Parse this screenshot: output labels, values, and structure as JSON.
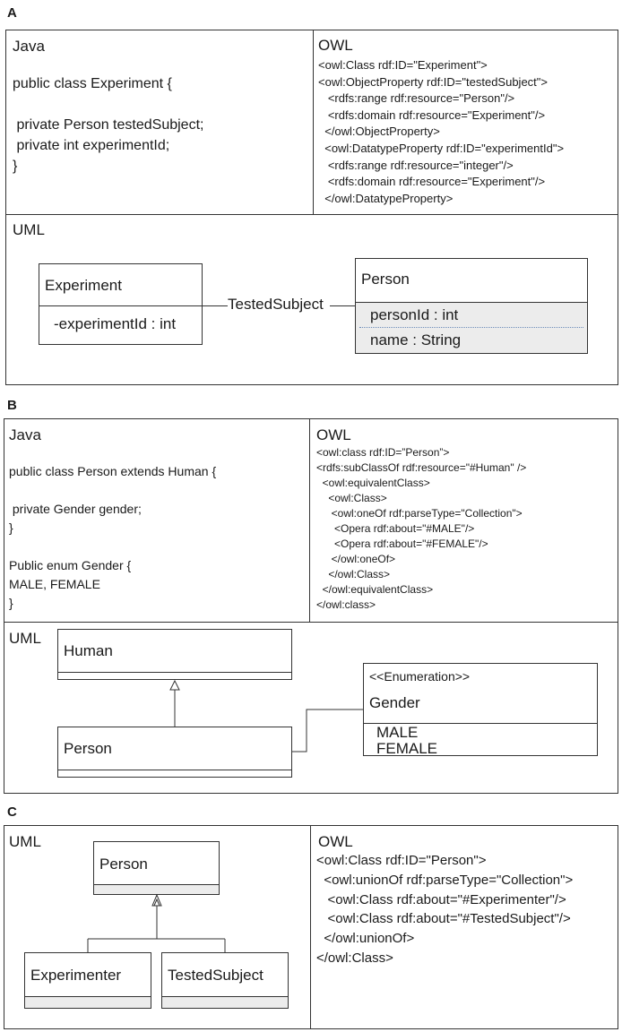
{
  "panels": {
    "A": {
      "letter": "A",
      "java": {
        "title": "Java",
        "lines": [
          "public class Experiment {",
          "",
          " private Person testedSubject;",
          " private int experimentId;",
          "}"
        ]
      },
      "owl": {
        "title": "OWL",
        "lines": [
          "<owl:Class rdf:ID=\"Experiment\">",
          "<owl:ObjectProperty rdf:ID=\"testedSubject\">",
          "   <rdfs:range rdf:resource=\"Person\"/>",
          "   <rdfs:domain rdf:resource=\"Experiment\"/>",
          "  </owl:ObjectProperty>",
          "  <owl:DatatypeProperty rdf:ID=\"experimentId\">",
          "   <rdfs:range rdf:resource=\"integer\"/>",
          "   <rdfs:domain rdf:resource=\"Experiment\"/>",
          "  </owl:DatatypeProperty>"
        ]
      },
      "uml": {
        "title": "UML",
        "experiment": {
          "name": "Experiment",
          "attr": "-experimentId : int"
        },
        "association": "TestedSubject",
        "person": {
          "name": "Person",
          "attr1": "personId : int",
          "attr2": "name : String"
        }
      }
    },
    "B": {
      "letter": "B",
      "java": {
        "title": "Java",
        "lines": [
          "public class Person extends Human {",
          "",
          " private Gender gender;",
          "}",
          "",
          "Public enum Gender {",
          "MALE, FEMALE",
          "}"
        ]
      },
      "owl": {
        "title": "OWL",
        "lines": [
          "<owl:class rdf:ID=”Person”>",
          "<rdfs:subClassOf rdf:resource=\"#Human\" />",
          "  <owl:equivalentClass>",
          "    <owl:Class>",
          "     <owl:oneOf rdf:parseType=\"Collection\">",
          "      <Opera rdf:about=\"#MALE\"/>",
          "      <Opera rdf:about=\"#FEMALE\"/>",
          "     </owl:oneOf>",
          "    </owl:Class>",
          "  </owl:equivalentClass>",
          "</owl:class>"
        ]
      },
      "uml": {
        "title": "UML",
        "human": "Human",
        "person": "Person",
        "enum": {
          "stereotype": "<<Enumeration>>",
          "name": "Gender",
          "value1": "MALE",
          "value2": "FEMALE"
        }
      }
    },
    "C": {
      "letter": "C",
      "uml": {
        "title": "UML",
        "person": "Person",
        "experimenter": "Experimenter",
        "tested": "TestedSubject"
      },
      "owl": {
        "title": "OWL",
        "lines": [
          "<owl:Class rdf:ID=\"Person\">",
          "  <owl:unionOf rdf:parseType=\"Collection\">",
          "   <owl:Class rdf:about=\"#Experimenter\"/>",
          "   <owl:Class rdf:about=\"#TestedSubject\"/>",
          "  </owl:unionOf>",
          "</owl:Class>"
        ]
      }
    }
  }
}
